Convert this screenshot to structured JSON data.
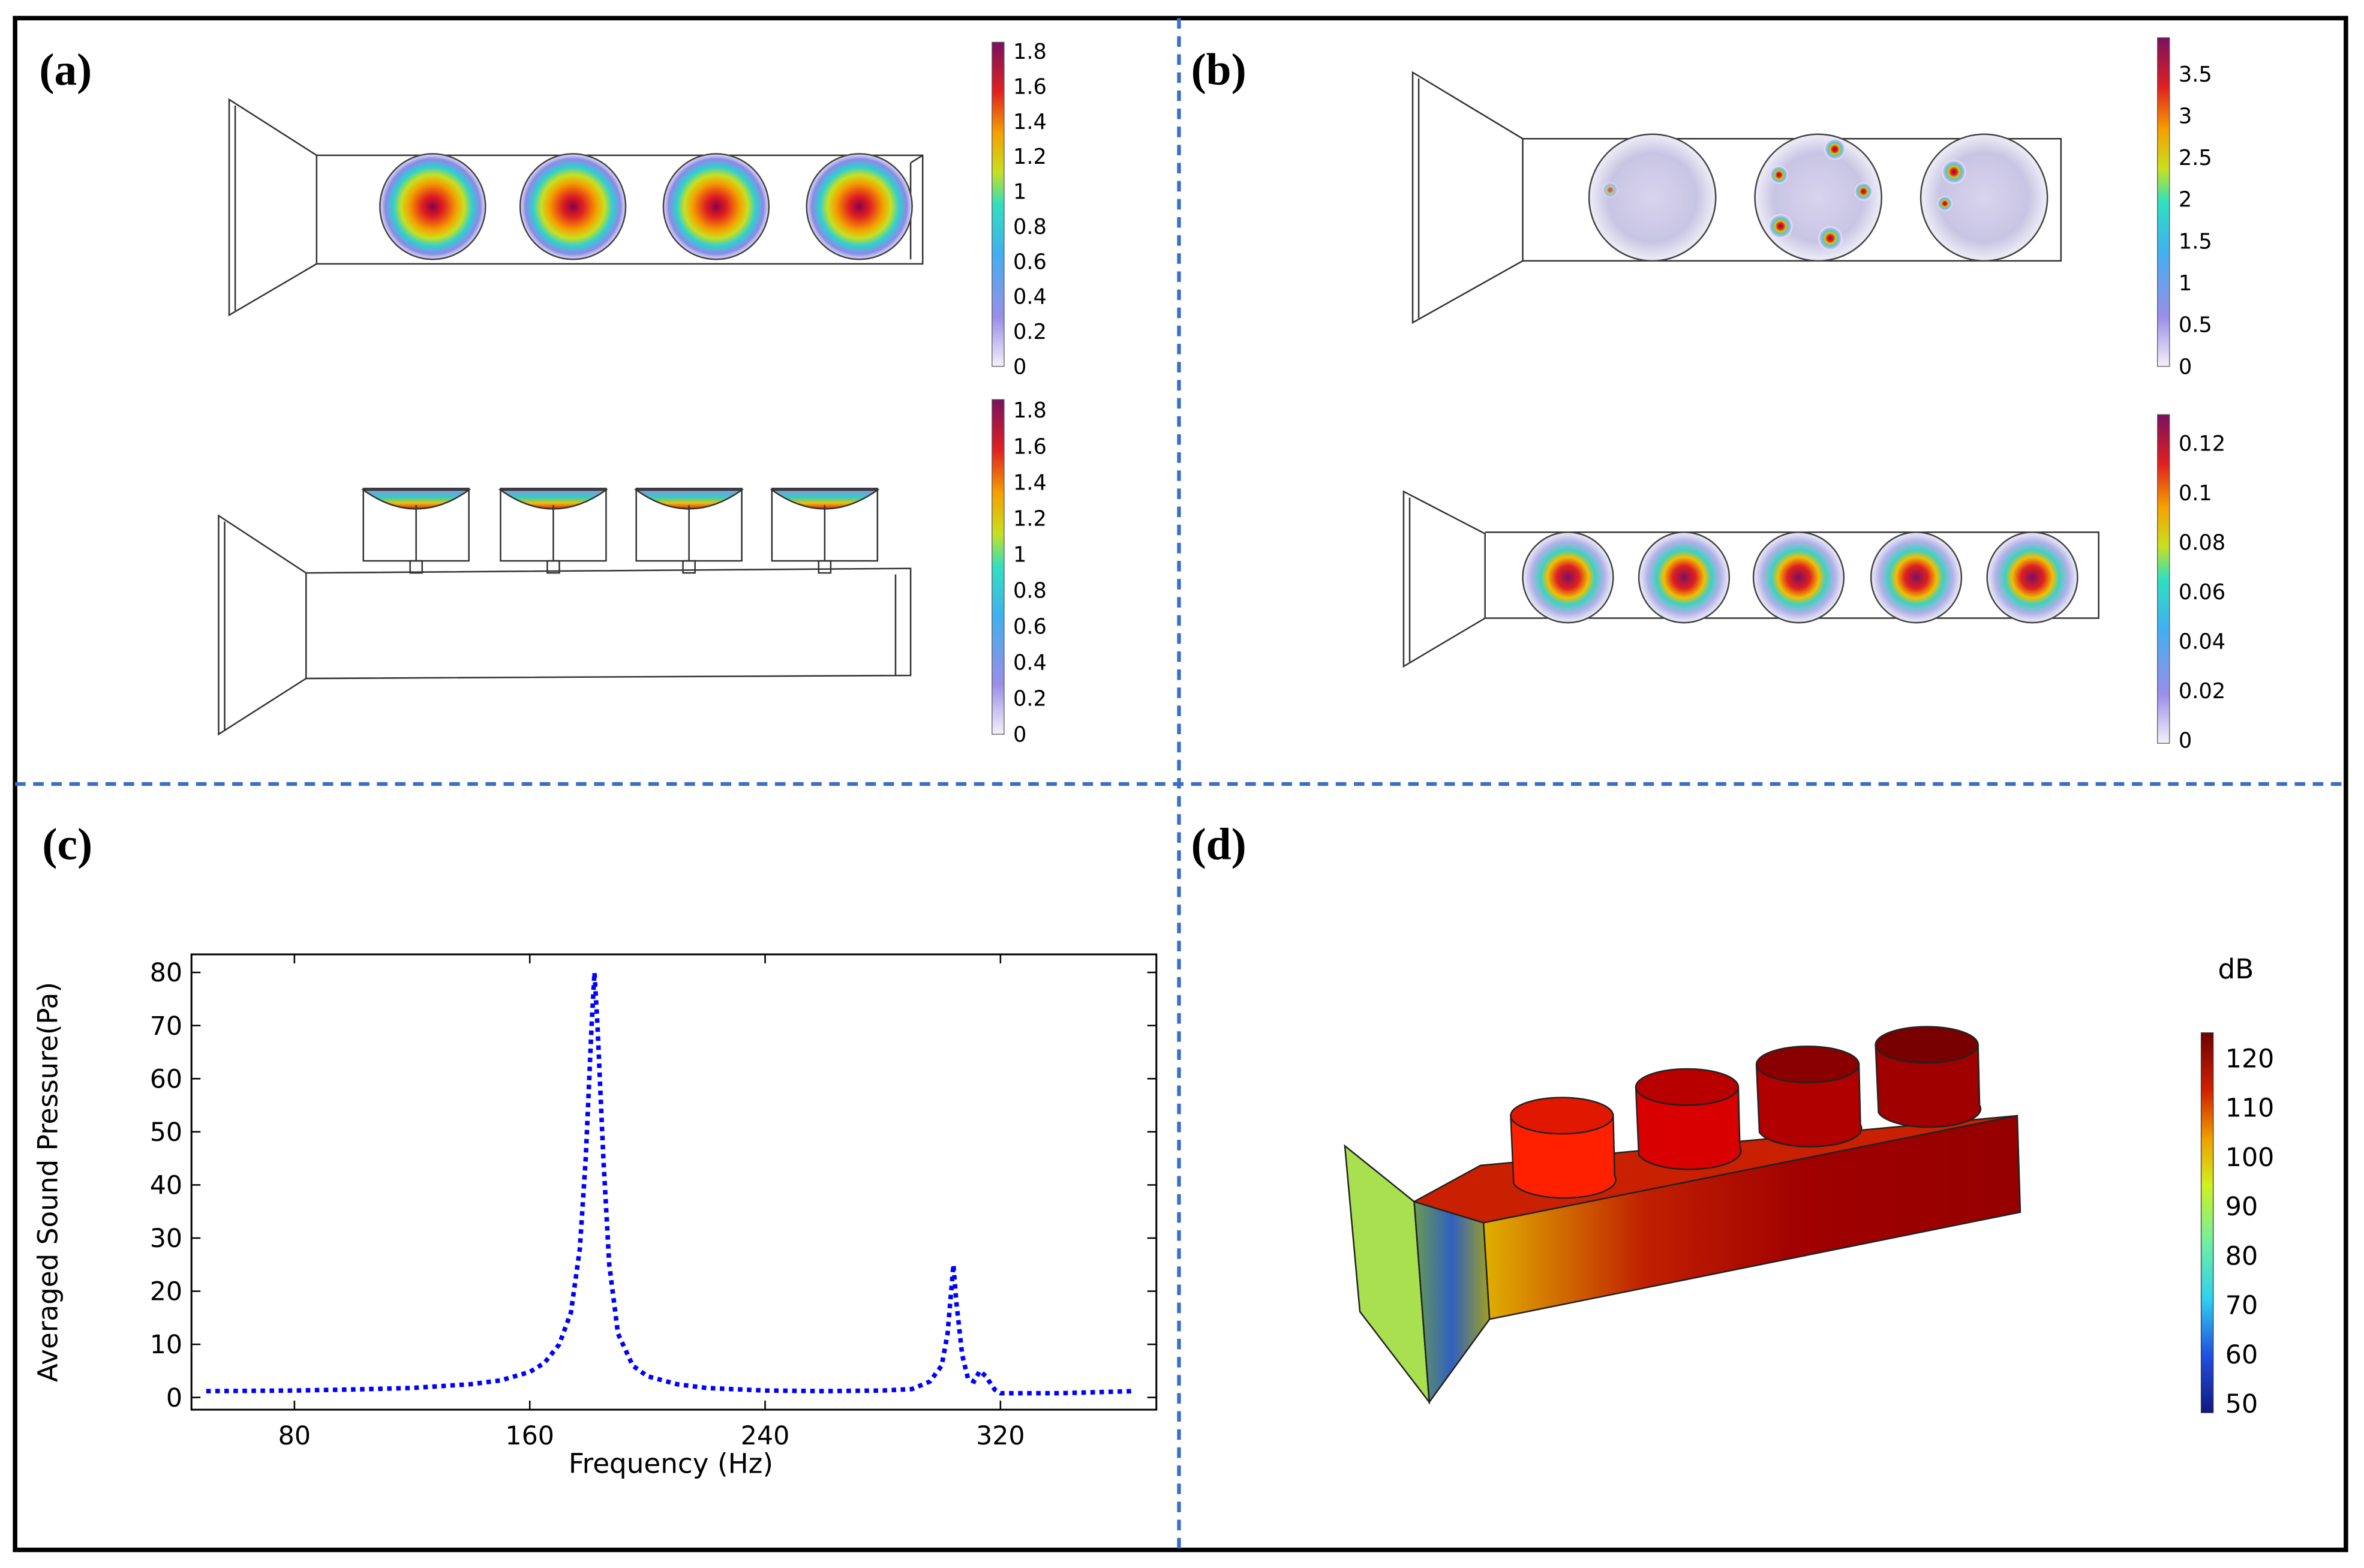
{
  "panels": {
    "a": {
      "label": "(a)",
      "colorbar_top": [
        "1.8",
        "1.6",
        "1.4",
        "1.2",
        "1",
        "0.8",
        "0.6",
        "0.4",
        "0.2",
        "0"
      ],
      "colorbar_bottom": [
        "1.8",
        "1.6",
        "1.4",
        "1.2",
        "1",
        "0.8",
        "0.6",
        "0.4",
        "0.2",
        "0"
      ]
    },
    "b": {
      "label": "(b)",
      "colorbar_top": [
        "3.5",
        "3",
        "2.5",
        "2",
        "1.5",
        "1",
        "0.5",
        "0"
      ],
      "colorbar_bottom": [
        "0.12",
        "0.1",
        "0.08",
        "0.06",
        "0.04",
        "0.02",
        "0"
      ]
    },
    "c": {
      "label": "(c)"
    },
    "d": {
      "label": "(d)",
      "colorbar_unit": "dB",
      "colorbar": [
        "120",
        "110",
        "100",
        "90",
        "80",
        "70",
        "60",
        "50"
      ]
    }
  },
  "colors": {
    "divider": "#3a6fc8",
    "series": "#0000ff"
  },
  "chart_data": {
    "type": "line",
    "xlabel": "Frequency (Hz)",
    "ylabel": "Averaged Sound Pressure(Pa)",
    "xlim": [
      45,
      373
    ],
    "ylim": [
      -2.3,
      83.4
    ],
    "xticks": [
      80,
      160,
      240,
      320
    ],
    "yticks": [
      0,
      10,
      20,
      30,
      40,
      50,
      60,
      70,
      80
    ],
    "grid": false,
    "line_style": "dotted",
    "x": [
      50,
      80,
      100,
      120,
      140,
      150,
      160,
      165,
      170,
      174,
      177,
      179,
      181,
      182,
      183,
      185,
      187,
      190,
      195,
      200,
      210,
      220,
      240,
      260,
      280,
      290,
      296,
      300,
      302,
      304,
      305,
      307,
      309,
      311,
      313,
      315,
      318,
      320,
      340,
      365
    ],
    "y": [
      1.2,
      1.3,
      1.5,
      1.8,
      2.5,
      3.2,
      4.8,
      6.5,
      10,
      16,
      28,
      45,
      70,
      80,
      70,
      45,
      25,
      12,
      6,
      4,
      2.5,
      1.8,
      1.3,
      1.2,
      1.3,
      1.6,
      3,
      6,
      12,
      25,
      18,
      8,
      3.5,
      3,
      5,
      4,
      1.5,
      0.8,
      0.8,
      1.2
    ]
  }
}
